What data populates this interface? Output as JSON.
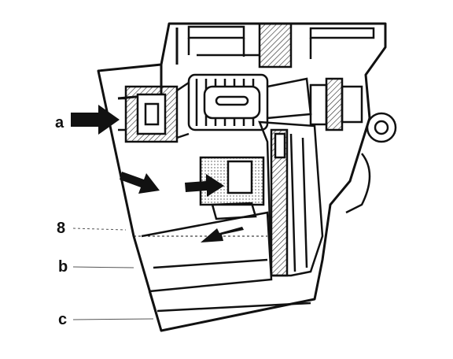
{
  "callouts": {
    "a": "a",
    "eight": "8",
    "b": "b",
    "c": "c"
  },
  "colors": {
    "ink": "#111111",
    "paper": "#ffffff",
    "shade": "#555555"
  }
}
